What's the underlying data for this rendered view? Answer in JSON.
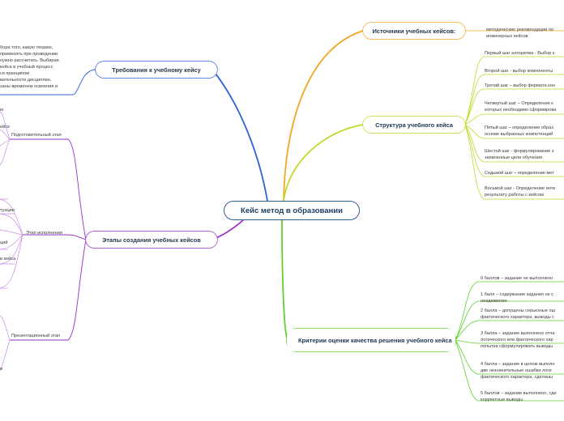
{
  "center": "Кейс метод в образовании",
  "branches": {
    "sources": {
      "title": "Источники учебных кейсов:",
      "items": [
        "методические рекомендации по",
        "инженерных кейсов"
      ]
    },
    "structure": {
      "title": "Структура учебного кейса",
      "items": [
        [
          "Первый шаг алгоритма - Выбор к"
        ],
        [
          "Второй шаг - выбор компоненты"
        ],
        [
          "Третий шаг – выбор формата кон"
        ],
        [
          "Четвертый шаг  – Определение к",
          "которых необходимо сформирова"
        ],
        [
          "Пятый шаг – определение образ",
          "основе выбранных компетенций"
        ],
        [
          "Шестой шаг - формулирование з",
          "заявленные цели обучения"
        ],
        [
          "Седьмой шаг – определение мет"
        ],
        [
          "Восьмой шаг - Определение инте",
          "результату работы с кейсом"
        ]
      ]
    },
    "criteria": {
      "title": "Критерии оценки качества решения учебного кейса",
      "items": [
        [
          "0 баллов – задание не выполнено"
        ],
        [
          "1 балл – содержание задания не с",
          "неадекватен"
        ],
        [
          "2 балла – допущены серьезные ош",
          "фактического характера, выводы с"
        ],
        [
          "3 балла – задание выполнено отча",
          "логического или фактического хар",
          "попытка сформулировать выводы"
        ],
        [
          "4 балла – задание в целом выполн",
          "две незначительные ошибки логи",
          "фактического характера, сделаны"
        ],
        [
          "5 баллов – задание выполнено, сде",
          "корректные выводы"
        ]
      ]
    },
    "requirements": {
      "title": "Требования к учебному кейсу",
      "text": [
        "бора того, какую теорию,",
        "применять при проведении",
        "нужно рассчитать. Выбирая",
        "кейса в учебный процесс",
        "ся принципом",
        "вательности дисциплин.",
        "заны временем освоения и"
      ]
    },
    "stages": {
      "title": "Этапы создания учебных кейсов",
      "substages": [
        "Подготовительный этап",
        "Этап исполнения",
        "Презентационный этап"
      ],
      "fragments": [
        "м",
        "ейсе",
        "туации",
        "ций",
        "в кейса",
        "и"
      ]
    }
  },
  "colors": {
    "center": "#2f5f8f",
    "sources": "#f5a623",
    "structure": "#b6d62b",
    "criteria": "#5ed12f",
    "requirements": "#2f62d8",
    "stages": "#9b2fc9"
  }
}
